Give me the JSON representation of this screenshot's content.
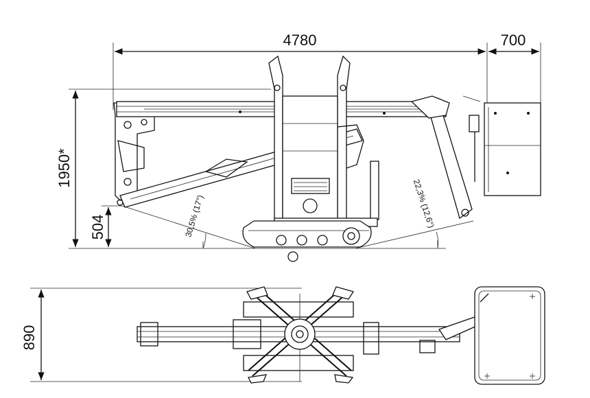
{
  "side_view": {
    "dims": {
      "overall_length": "4780",
      "basket_width": "700",
      "stowed_height": "1950*",
      "ground_clearance": "504"
    },
    "angles": {
      "front": "30,5% (17°)",
      "rear": "22,3% (12,6°)"
    }
  },
  "top_view": {
    "dims": {
      "track_width": "890"
    }
  }
}
